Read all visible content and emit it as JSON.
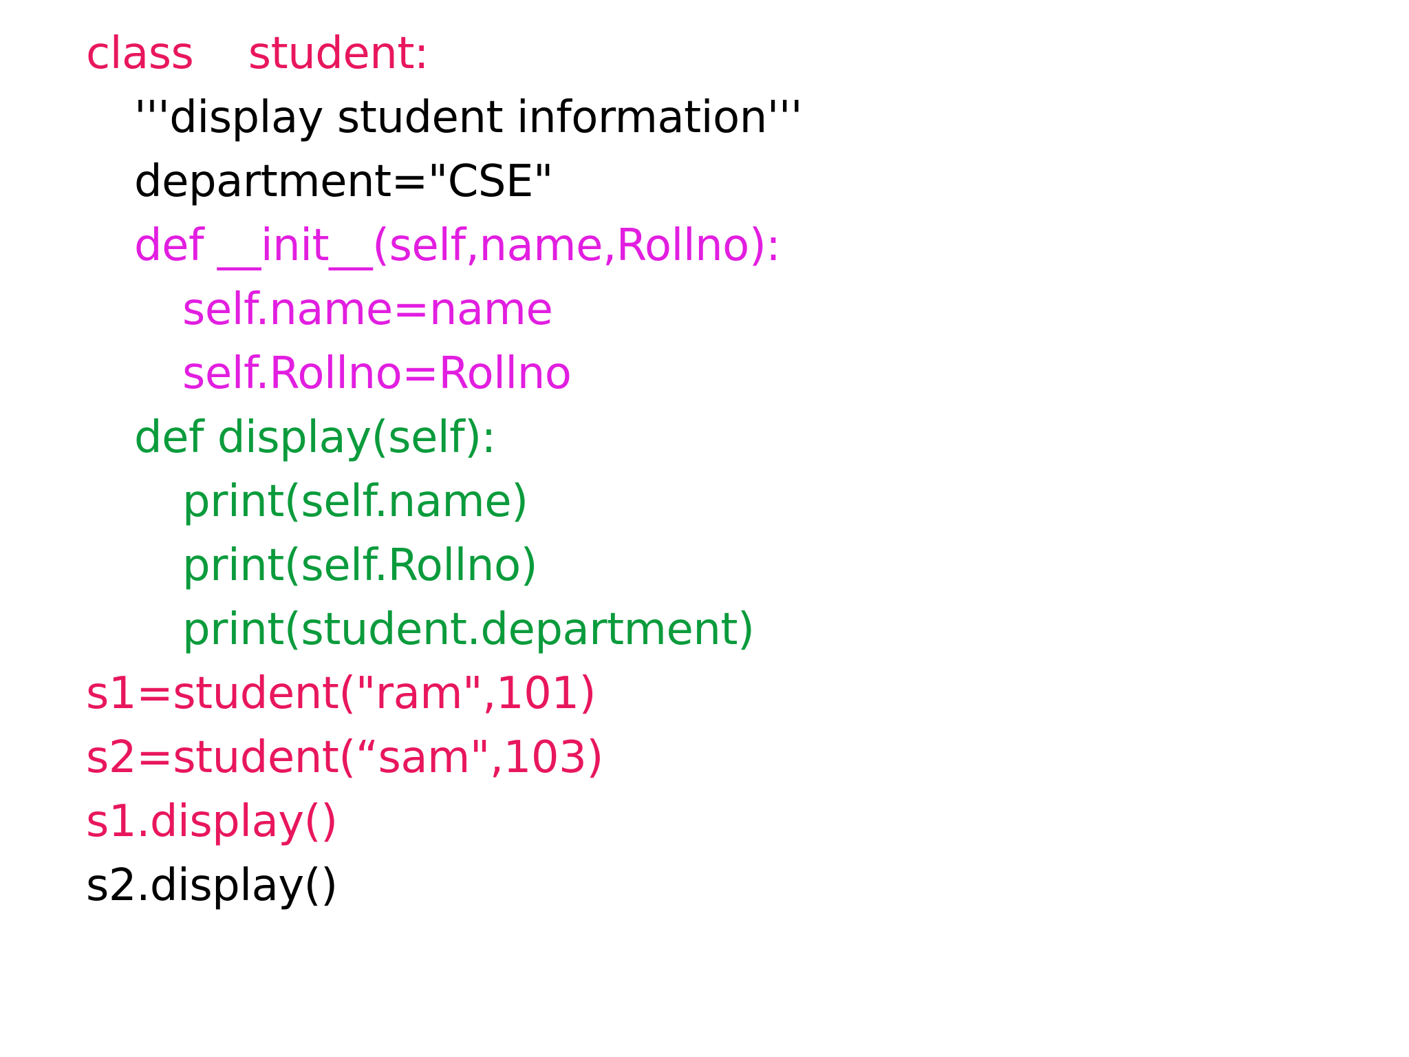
{
  "colors": {
    "crimson": "#e8175d",
    "magenta": "#e21ee0",
    "green": "#0b9b3c",
    "black": "#000000"
  },
  "code_lines": [
    {
      "text": "class    student:",
      "indent": 0,
      "color": "crimson"
    },
    {
      "text": "'''display student information'''",
      "indent": 1,
      "color": "black"
    },
    {
      "text": "department=\"CSE\"",
      "indent": 1,
      "color": "black"
    },
    {
      "text": "def __init__(self,name,Rollno):",
      "indent": 1,
      "color": "magenta"
    },
    {
      "text": "self.name=name",
      "indent": 2,
      "color": "magenta"
    },
    {
      "text": "self.Rollno=Rollno",
      "indent": 2,
      "color": "magenta"
    },
    {
      "text": "def display(self):",
      "indent": 1,
      "color": "green"
    },
    {
      "text": "print(self.name)",
      "indent": 2,
      "color": "green"
    },
    {
      "text": "print(self.Rollno)",
      "indent": 2,
      "color": "green"
    },
    {
      "text": "print(student.department)",
      "indent": 2,
      "color": "green"
    },
    {
      "text": "s1=student(\"ram\",101)",
      "indent": 0,
      "color": "crimson"
    },
    {
      "text": "s2=student(“sam\",103)",
      "indent": 0,
      "color": "crimson"
    },
    {
      "text": "s1.display()",
      "indent": 0,
      "color": "crimson"
    },
    {
      "text": "s2.display()",
      "indent": 0,
      "color": "black"
    }
  ]
}
